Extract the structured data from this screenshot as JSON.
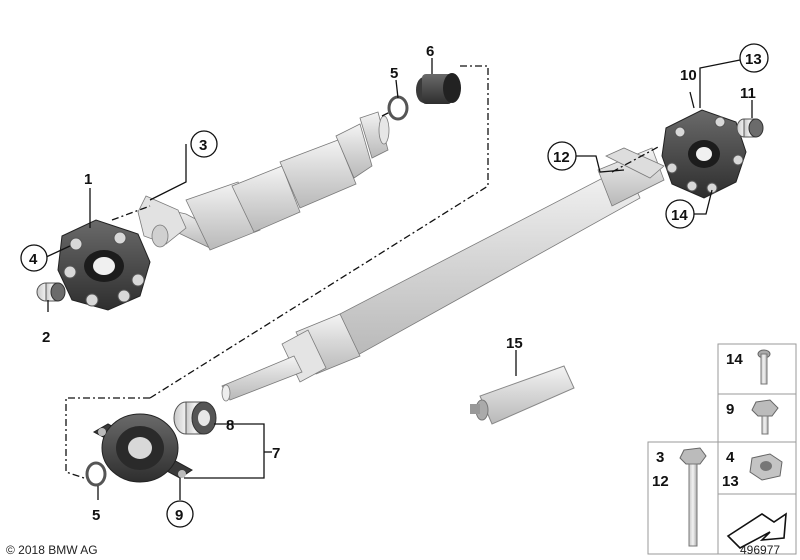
{
  "diagram": {
    "callouts": [
      {
        "id": "c1",
        "text": "1",
        "circled": false
      },
      {
        "id": "c2",
        "text": "2",
        "circled": false
      },
      {
        "id": "c3",
        "text": "3",
        "circled": true
      },
      {
        "id": "c4",
        "text": "4",
        "circled": true
      },
      {
        "id": "c5a",
        "text": "5",
        "circled": false
      },
      {
        "id": "c6",
        "text": "6",
        "circled": false
      },
      {
        "id": "c10",
        "text": "10",
        "circled": false
      },
      {
        "id": "c11",
        "text": "11",
        "circled": false
      },
      {
        "id": "c12",
        "text": "12",
        "circled": true
      },
      {
        "id": "c13",
        "text": "13",
        "circled": true
      },
      {
        "id": "c14",
        "text": "14",
        "circled": true
      },
      {
        "id": "c15",
        "text": "15",
        "circled": false
      },
      {
        "id": "c8",
        "text": "8",
        "circled": false
      },
      {
        "id": "c7",
        "text": "7",
        "circled": false
      },
      {
        "id": "c9",
        "text": "9",
        "circled": true
      },
      {
        "id": "c5b",
        "text": "5",
        "circled": false
      }
    ],
    "legend": [
      {
        "id": "l14",
        "labels": [
          "14"
        ]
      },
      {
        "id": "l9",
        "labels": [
          "9"
        ]
      },
      {
        "id": "l3",
        "labels": [
          "3",
          "12"
        ]
      },
      {
        "id": "l4",
        "labels": [
          "4",
          "13"
        ]
      }
    ],
    "copyright": "© 2018 BMW AG",
    "diagram_number": "496977"
  }
}
